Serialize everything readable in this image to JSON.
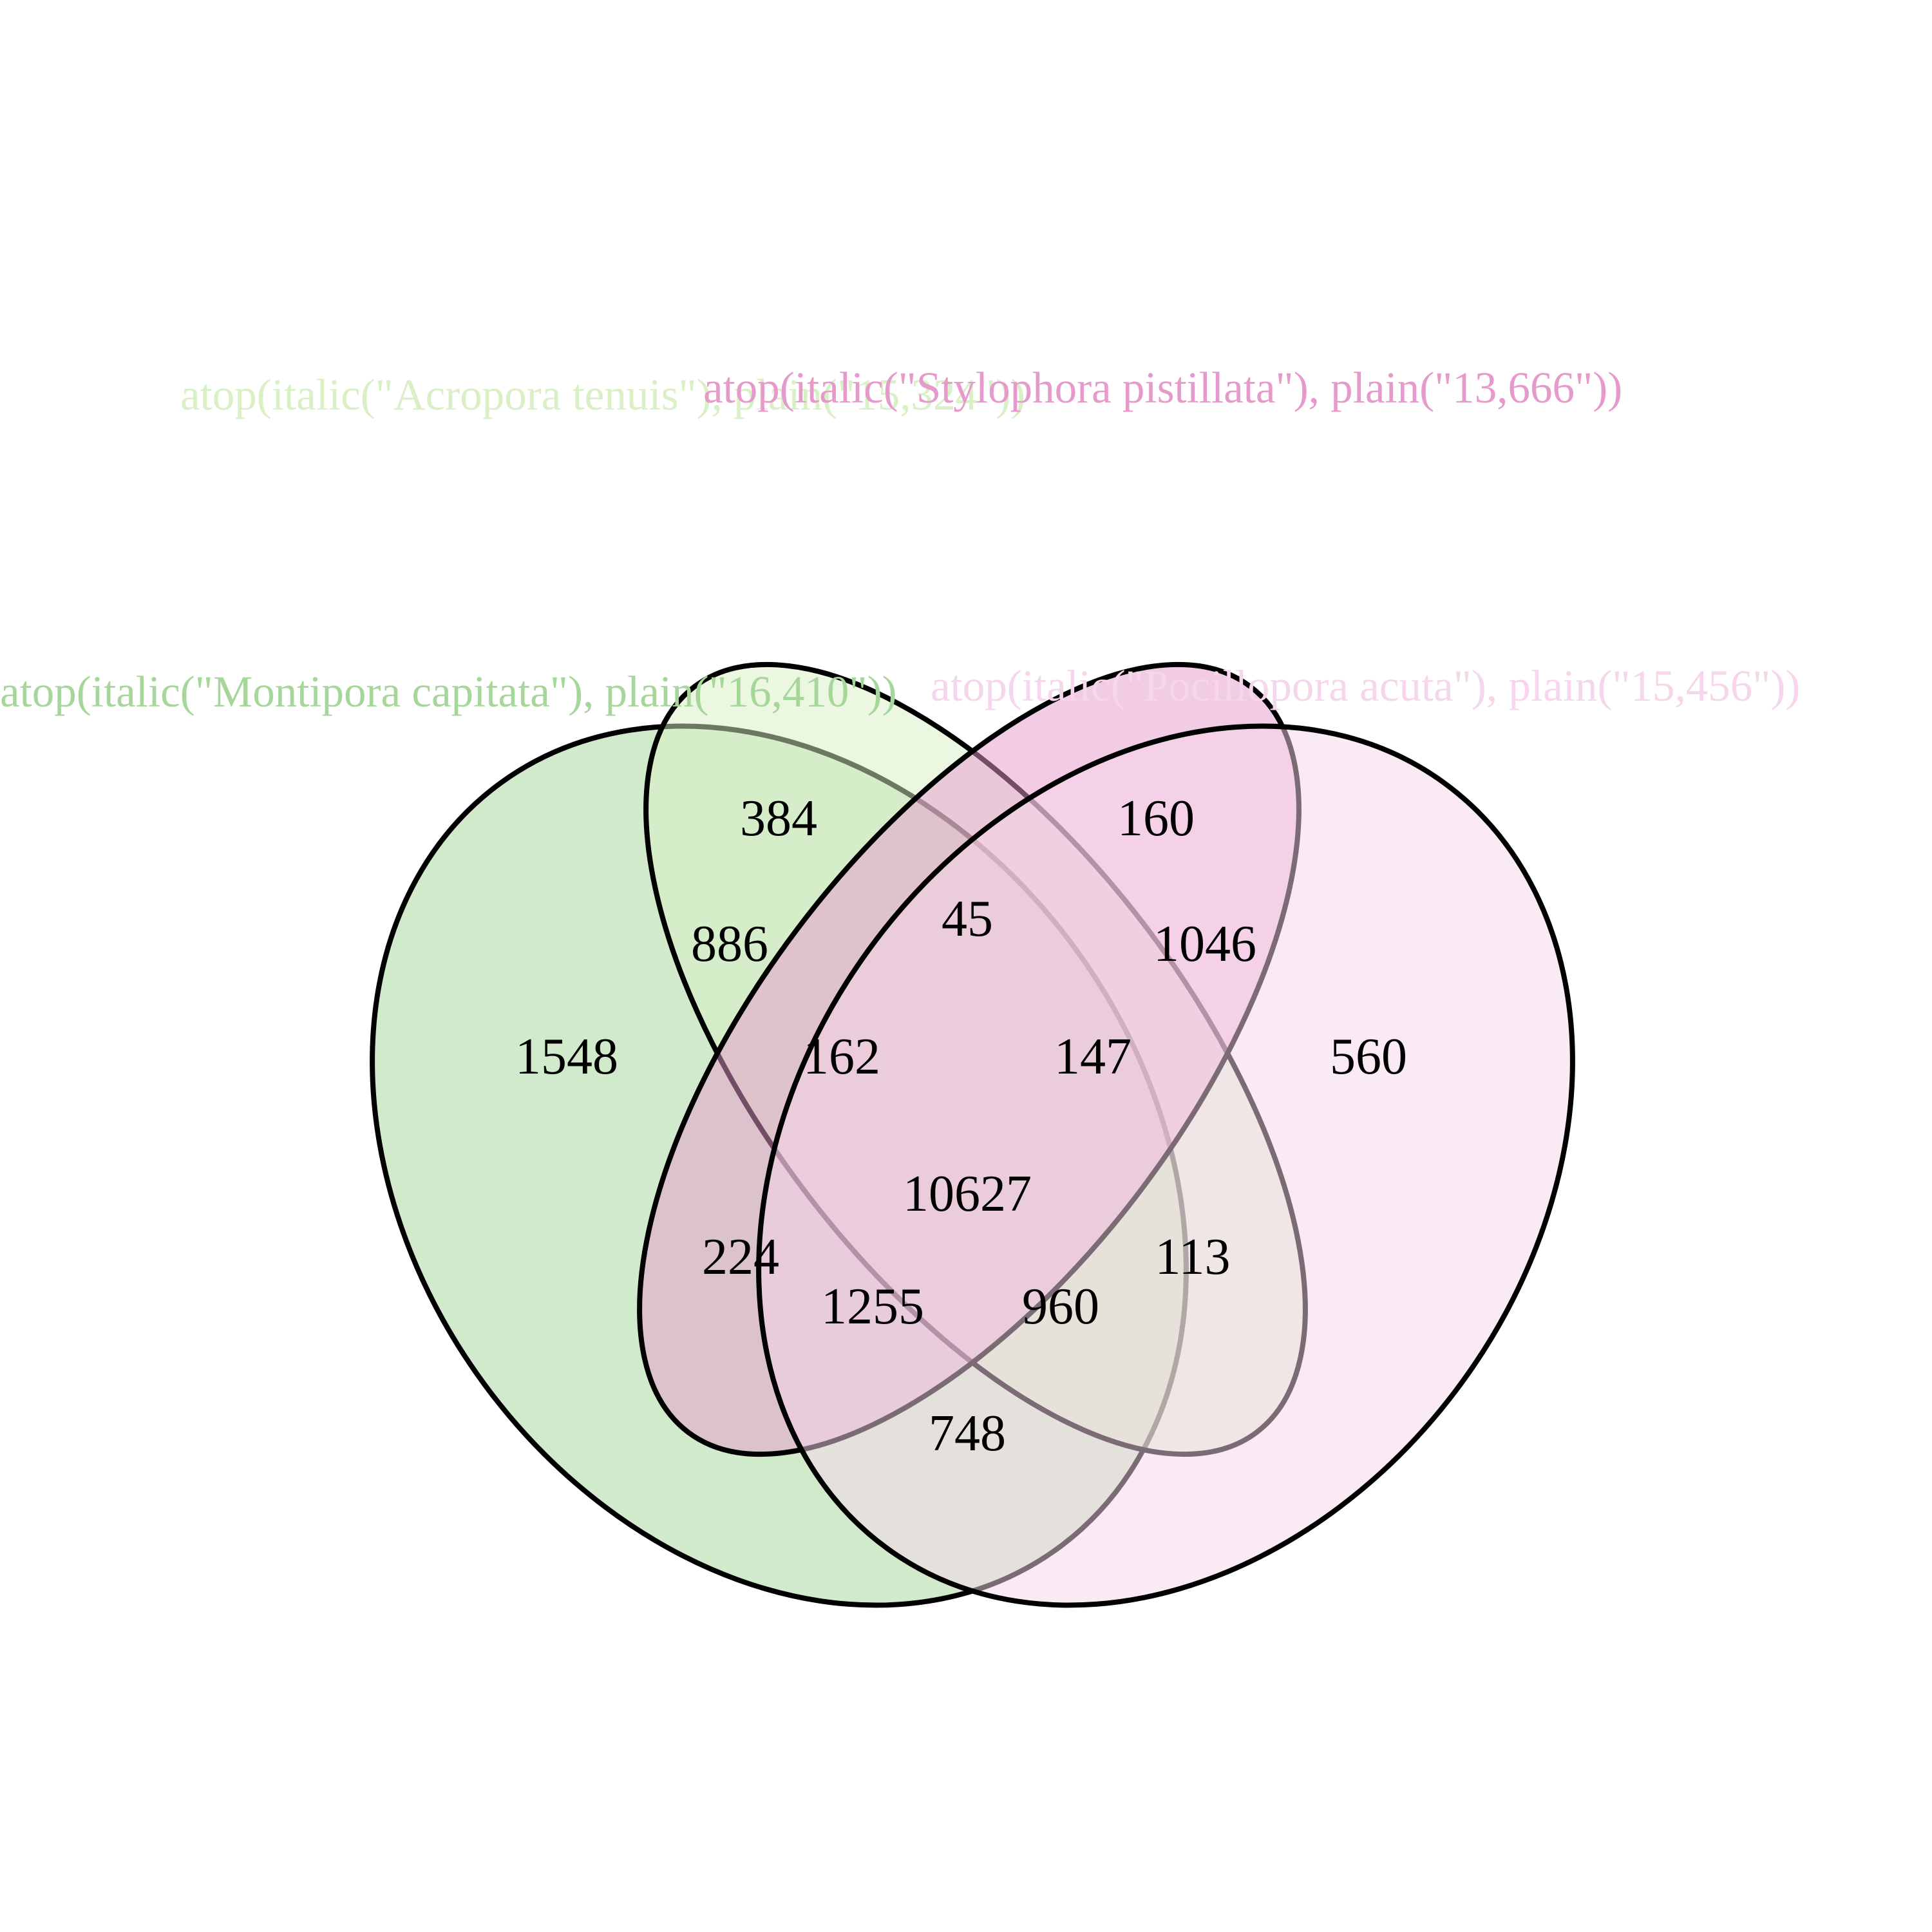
{
  "sets": [
    {
      "id": "montipora",
      "label": "atop(italic(\"Montipora capitata\"), plain(\"16,410\"))",
      "color": "#a6d69a",
      "fill_opacity": 0.5
    },
    {
      "id": "acropora",
      "label": "atop(italic(\"Acropora tenuis\"), plain(\"15,324\"))",
      "color": "#d9efc6",
      "fill_opacity": 0.5
    },
    {
      "id": "stylophora",
      "label": "atop(italic(\"Stylophora pistillata\"), plain(\"13,666\"))",
      "color": "#e69acb",
      "fill_opacity": 0.5
    },
    {
      "id": "pocillopora",
      "label": "atop(italic(\"Pocillopora acuta\"), plain(\"15,456\"))",
      "color": "#f6d6ea",
      "fill_opacity": 0.5
    }
  ],
  "regions": [
    {
      "sets": [
        "acropora"
      ],
      "count": "384"
    },
    {
      "sets": [
        "stylophora"
      ],
      "count": "160"
    },
    {
      "sets": [
        "acropora",
        "stylophora"
      ],
      "count": "45"
    },
    {
      "sets": [
        "montipora",
        "acropora"
      ],
      "count": "886"
    },
    {
      "sets": [
        "stylophora",
        "pocillopora"
      ],
      "count": "1046"
    },
    {
      "sets": [
        "montipora"
      ],
      "count": "1548"
    },
    {
      "sets": [
        "montipora",
        "acropora",
        "stylophora"
      ],
      "count": "162"
    },
    {
      "sets": [
        "acropora",
        "stylophora",
        "pocillopora"
      ],
      "count": "147"
    },
    {
      "sets": [
        "pocillopora"
      ],
      "count": "560"
    },
    {
      "sets": [
        "montipora",
        "acropora",
        "stylophora",
        "pocillopora"
      ],
      "count": "10627"
    },
    {
      "sets": [
        "montipora",
        "stylophora"
      ],
      "count": "224"
    },
    {
      "sets": [
        "acropora",
        "pocillopora"
      ],
      "count": "113"
    },
    {
      "sets": [
        "montipora",
        "stylophora",
        "pocillopora"
      ],
      "count": "1255"
    },
    {
      "sets": [
        "montipora",
        "acropora",
        "pocillopora"
      ],
      "count": "960"
    },
    {
      "sets": [
        "montipora",
        "pocillopora"
      ],
      "count": "748"
    }
  ]
}
